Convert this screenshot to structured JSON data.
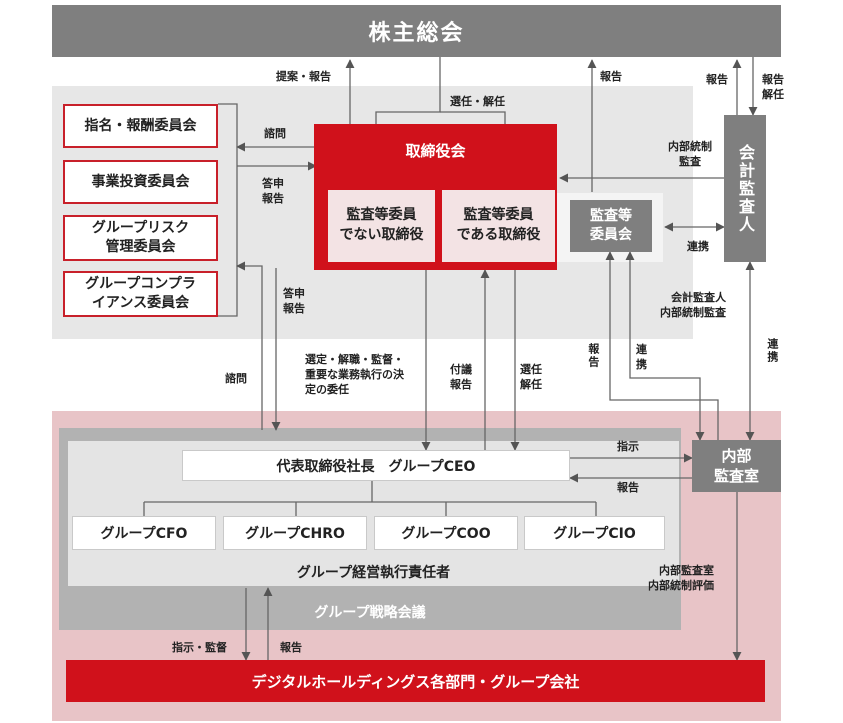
{
  "shareholders": "株主総会",
  "board": "取締役会",
  "board_not_audit": "監査等委員\nでない取締役",
  "board_audit": "監査等委員\nである取締役",
  "audit_committee": "監査等\n委員会",
  "accounting_auditor": "会計\n監査人",
  "internal_audit": "内部\n監査室",
  "committees": [
    "指名・報酬委員会",
    "事業投資委員会",
    "グループリスク\n管理委員会",
    "グループコンプラ\nイアンス委員会"
  ],
  "ceo": "代表取締役社長　グループCEO",
  "officers": [
    "グループCFO",
    "グループCHRO",
    "グループCOO",
    "グループCIO"
  ],
  "exec_group": "グループ経営執行責任者",
  "strategy_meeting": "グループ戦略会議",
  "subsidiaries": "デジタルホールディングス各部門・グループ会社",
  "labels": {
    "propose_report": "提案・報告",
    "elect_dismiss": "選任・解任",
    "report_top": "報告",
    "report_ca": "報告",
    "report_dismiss": "報告\n解任",
    "consult": "諮問",
    "reply_report": "答申\n報告",
    "reply_report2": "答申\n報告",
    "internal_control_audit": "内部統制\n監査",
    "coop_audit": "連携",
    "ca_internal_control": "会計監査人\n内部統制監査",
    "coop_right": "連携",
    "consult2": "諮問",
    "delegate": "選定・解職・監督・\n重要な業務執行の決\n定の委任",
    "submit_report": "付議\n報告",
    "elect_dismiss2": "選任\n解任",
    "report_left": "報告",
    "coop_mid": "連\n携",
    "instruct": "指示",
    "report_ceo": "報告",
    "ia_eval": "内部監査室\n内部統制評価",
    "instruct_supervise": "指示・監督",
    "report_bottom": "報告"
  }
}
